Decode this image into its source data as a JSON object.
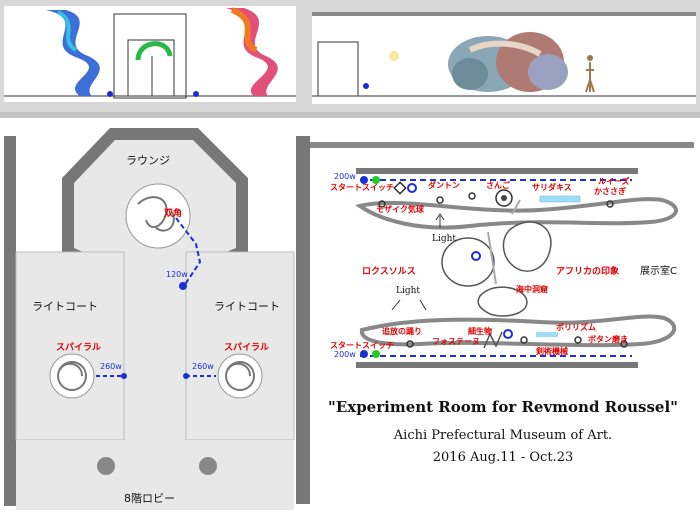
{
  "rooms": {
    "lounge": "ラウンジ",
    "light_court_left": "ライトコート",
    "light_court_right": "ライトコート",
    "lobby": "8階ロビー",
    "exhibit_room": "展示室C",
    "rokusu_solus": "ロクスソルス",
    "africa": "アフリカの印象"
  },
  "lounge_work": {
    "label": "双角",
    "wattage": "120w"
  },
  "left_spiral": {
    "label": "スパイラル",
    "wattage": "260w"
  },
  "right_spiral": {
    "label": "スパイラル",
    "wattage": "260w"
  },
  "top_row": {
    "wattage": "200w",
    "start_switch": "スタートスイッチ",
    "labels": [
      "ダントン",
      "さんご",
      "サリダキス",
      "ルイーズ",
      "かささぎ"
    ],
    "mosaic": "モザイク気球"
  },
  "middle": {
    "light_top": "Light",
    "light_left": "Light",
    "undersea_cave": "海中洞窟"
  },
  "bottom_row": {
    "wattage": "200w",
    "start_switch": "スタートスイッチ",
    "labels": [
      "追放の踊り",
      "細生物",
      "フォステーヌ",
      "剣術機械",
      "ポリリズム",
      "ボタン磨き"
    ]
  },
  "caption": {
    "title": "\"Experiment Room for Revmond Roussel\"",
    "museum": "Aichi Prefectural Museum of Art.",
    "dates": "2016 Aug.11 - Oct.23"
  },
  "colors": {
    "wall": "#777777",
    "floor": "#e6e6e6",
    "label_red": "#e00000",
    "light_blue": "#1a2fd6",
    "switch_green": "#22cc22"
  }
}
